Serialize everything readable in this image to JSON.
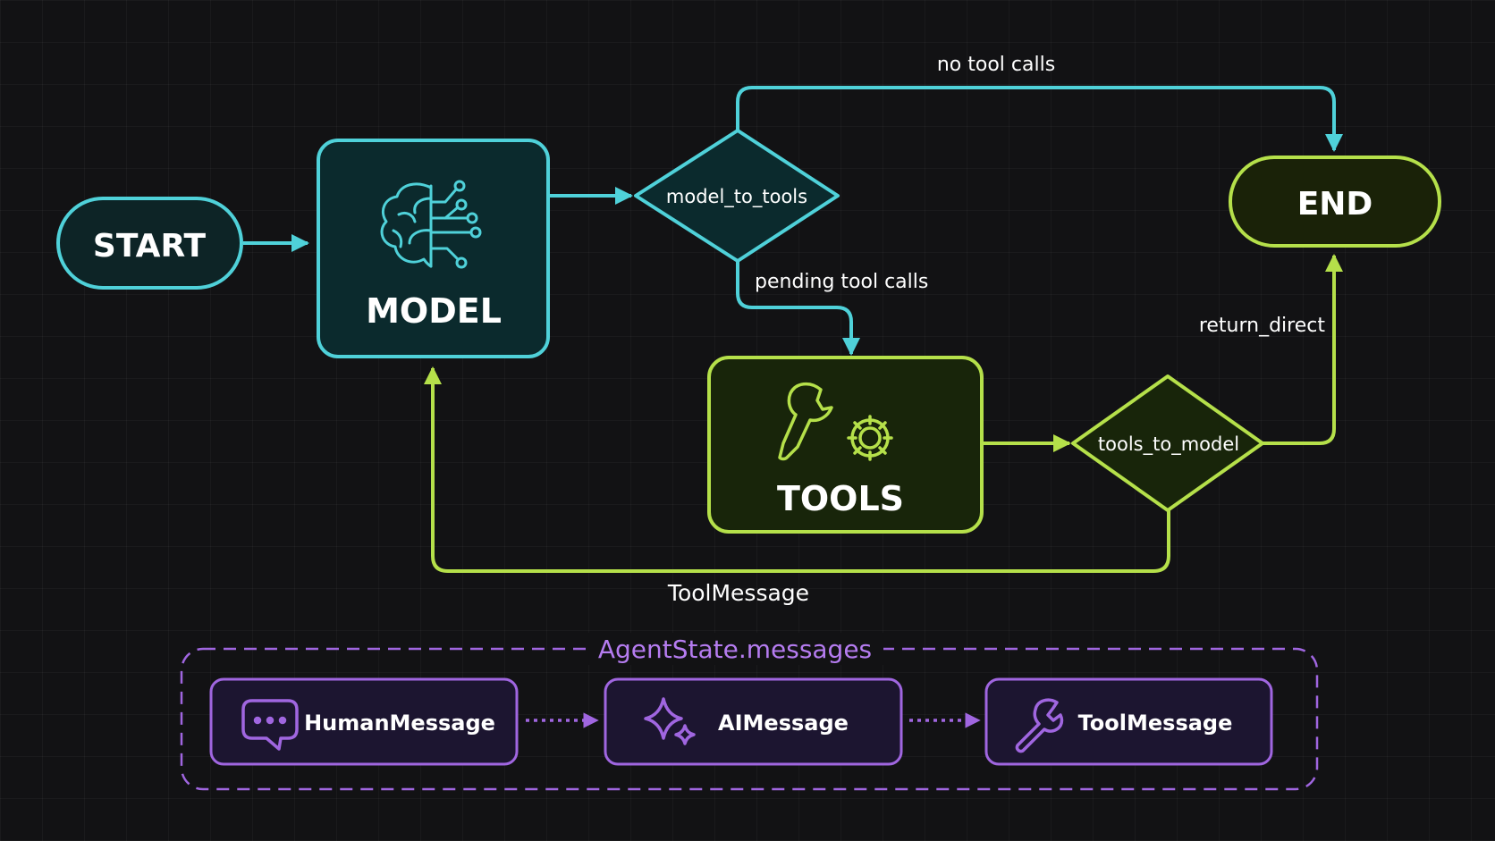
{
  "nodes": {
    "start": "START",
    "model": "MODEL",
    "tools": "TOOLS",
    "end": "END",
    "model_to_tools": "model_to_tools",
    "tools_to_model": "tools_to_model"
  },
  "edges": {
    "no_tool_calls": "no tool calls",
    "pending_tool_calls": "pending tool calls",
    "return_direct": "return_direct",
    "tool_message": "ToolMessage"
  },
  "state": {
    "title": "AgentState.messages",
    "messages": [
      "HumanMessage",
      "AIMessage",
      "ToolMessage"
    ]
  },
  "colors": {
    "cyan": "#4fd1d9",
    "lime": "#b5e04a",
    "purple": "#a066e0",
    "purple_text": "#b57cf0"
  },
  "icons": {
    "model": "brain-circuit-icon",
    "tools": "wrench-gear-icon",
    "human": "chat-bubble-icon",
    "ai": "sparkle-icon",
    "tool": "wrench-icon"
  }
}
